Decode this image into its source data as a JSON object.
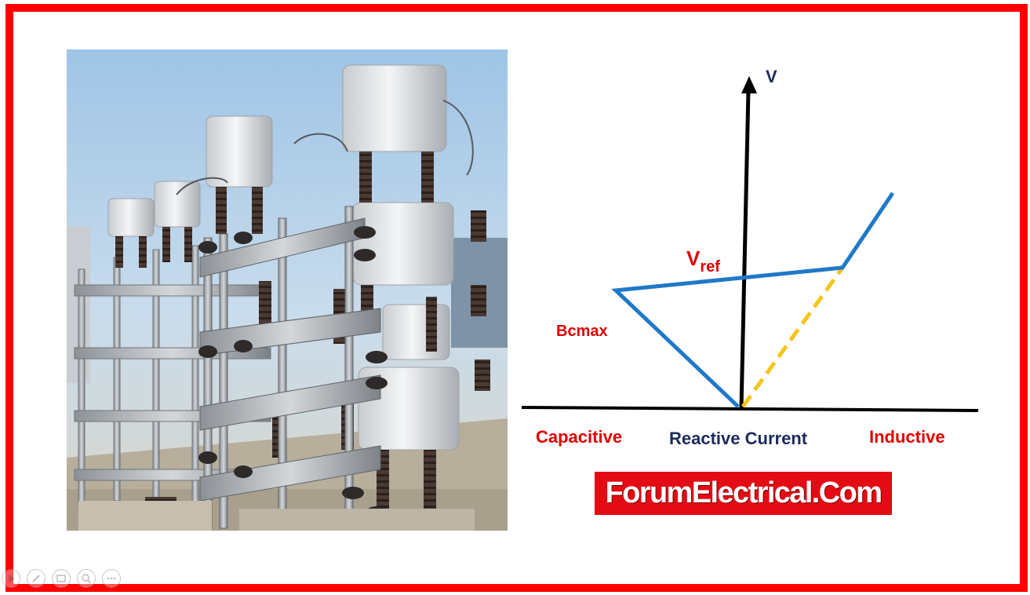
{
  "diagram": {
    "axis_label_v": "V",
    "vref_main": "V",
    "vref_sub": "ref",
    "bcmax_label": "Bcmax",
    "capacitive_label": "Capacitive",
    "reactive_current_label": "Reactive Current",
    "inductive_label": "Inductive",
    "colors": {
      "axis": "#000000",
      "characteristic": "#1f78c8",
      "dashed": "#f5c518",
      "red_text": "#e00000",
      "navy_text": "#1b2a5a"
    }
  },
  "photo": {
    "subject": "static-var-compensator-reactors-and-capacitor-banks"
  },
  "banner": {
    "text": "ForumElectrical.Com"
  },
  "toolbar": {
    "icons": [
      "play-icon",
      "pen-icon",
      "slides-icon",
      "zoom-icon",
      "more-icon"
    ]
  }
}
